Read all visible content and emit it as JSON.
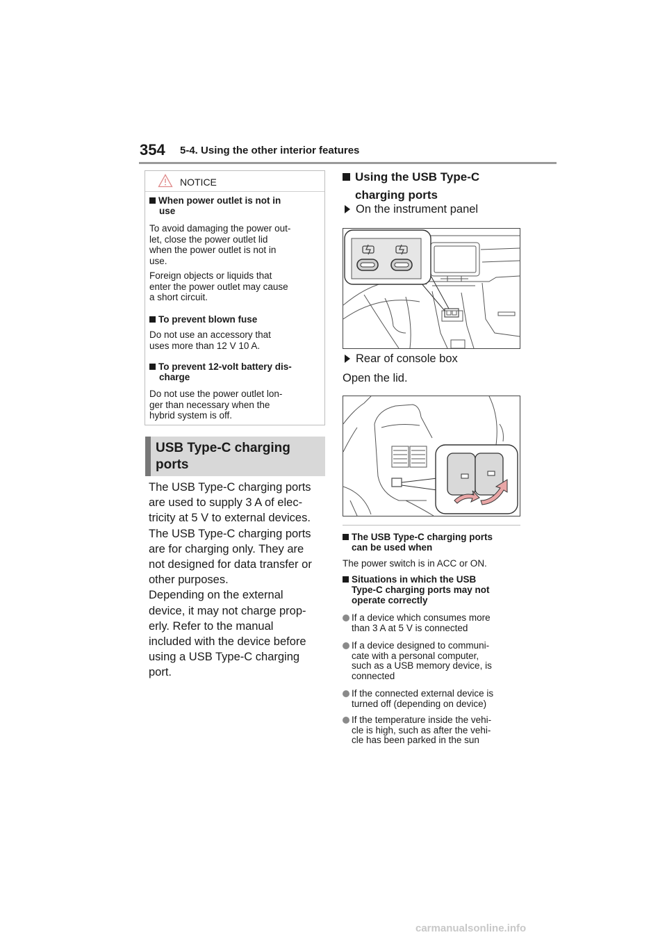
{
  "header": {
    "page_number": "354",
    "section_title": "5-4. Using the other interior features"
  },
  "notice": {
    "label": "NOTICE",
    "sections": [
      {
        "heading_lines": [
          "When power outlet is not in",
          "use"
        ],
        "paragraphs": [
          [
            "To avoid damaging the power out-",
            "let, close the power outlet lid",
            "when the power outlet is not in",
            "use."
          ],
          [
            "Foreign objects or liquids that",
            "enter the power outlet may cause",
            "a short circuit."
          ]
        ]
      },
      {
        "heading_lines": [
          "To prevent blown fuse"
        ],
        "paragraphs": [
          [
            "Do not use an accessory that",
            "uses more than 12 V 10 A."
          ]
        ]
      },
      {
        "heading_lines": [
          "To prevent 12-volt battery dis-",
          "charge"
        ],
        "paragraphs": [
          [
            "Do not use the power outlet lon-",
            "ger than necessary when the",
            "hybrid system is off."
          ]
        ]
      }
    ]
  },
  "usb_section": {
    "heading_lines": [
      "USB Type-C charging",
      "ports"
    ],
    "body_lines": [
      "The USB Type-C charging ports",
      "are used to supply 3 A of elec-",
      "tricity at 5 V to external devices.",
      "The USB Type-C charging ports",
      "are for charging only. They are",
      "not designed for data transfer or",
      "other purposes.",
      "Depending on the external",
      "device, it may not charge prop-",
      "erly. Refer to the manual",
      "included with the device before",
      "using a USB Type-C charging",
      "port."
    ]
  },
  "right_column": {
    "sub_heading_lines": [
      "Using the USB Type-C",
      "charging ports"
    ],
    "instrument_panel_label": "On the instrument panel",
    "console_box_label": "Rear of console box",
    "open_lid_text": "Open the lid.",
    "notes": {
      "when_heading_lines": [
        "The USB Type-C charging ports",
        "can be used when"
      ],
      "when_text": "The power switch is in ACC or ON.",
      "situations_heading_lines": [
        "Situations in which the USB",
        "Type-C charging ports may not",
        "operate correctly"
      ],
      "bullets": [
        [
          "If a device which consumes more",
          "than 3 A at 5 V is connected"
        ],
        [
          "If a device designed to communi-",
          "cate with a personal computer,",
          "such as a USB memory device, is",
          "connected"
        ],
        [
          "If the connected external device is",
          "turned off (depending on device)"
        ],
        [
          "If the temperature inside the vehi-",
          "cle is high, such as after the vehi-",
          "cle has been parked in the sun"
        ]
      ]
    }
  },
  "footer": {
    "watermark": "carmanualsonline.info"
  },
  "colors": {
    "heading_box_bg": "#d8d8d8",
    "heading_box_bar": "#777777",
    "header_rule": "#9a9a9a",
    "arrow_pink": "#e9a6a6"
  }
}
